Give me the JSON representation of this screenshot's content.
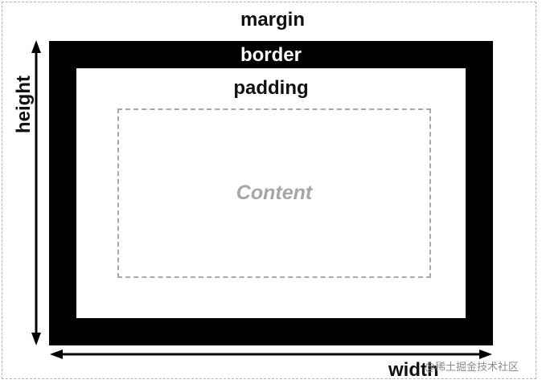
{
  "labels": {
    "margin": "margin",
    "border": "border",
    "padding": "padding",
    "content": "Content",
    "height": "height",
    "width": "width"
  },
  "watermark": "@稀土掘金技术社区",
  "colors": {
    "border": "#000000",
    "content_text": "#a6a6a6",
    "dashed_lines": "#a9a9a9"
  }
}
